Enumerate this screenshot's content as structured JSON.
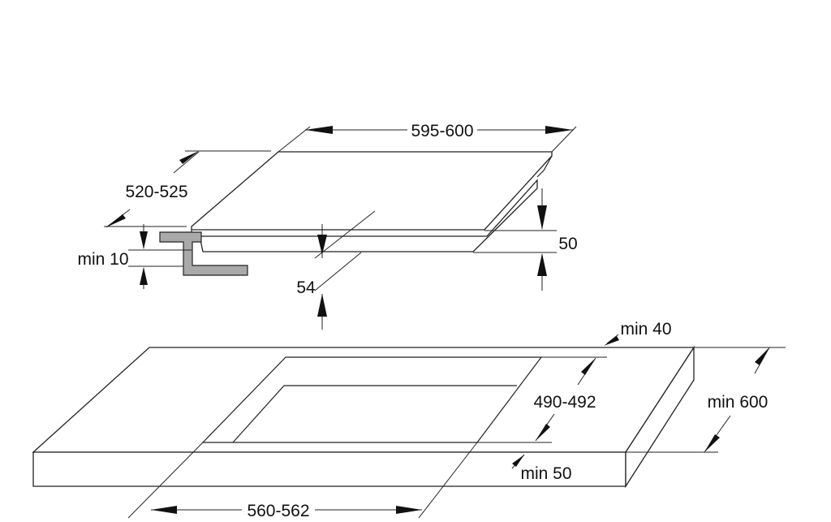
{
  "dimensions": {
    "hob_width": "595-600",
    "hob_depth": "520-525",
    "hob_edge_height": "50",
    "hob_total_height": "54",
    "min_clearance_wall": "min 10",
    "cutout_min_back": "min 40",
    "cutout_depth": "490-492",
    "worktop_min_depth": "min 600",
    "cutout_min_front": "min 50",
    "cutout_width": "560-562"
  }
}
